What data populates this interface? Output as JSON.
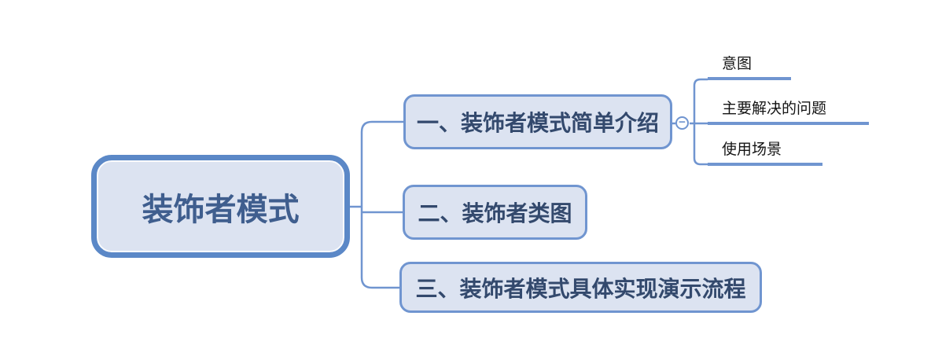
{
  "colors": {
    "background": "#ffffff",
    "root_border": "#5b88c7",
    "branch_border": "#7095d0",
    "connector": "#7095d0",
    "node_fill": "#dce3f1",
    "root_text": "#3f5e8e",
    "branch_text": "#33496d",
    "subtopic_text": "#141414"
  },
  "mindmap": {
    "root": {
      "label": "装饰者模式"
    },
    "branches": [
      {
        "label": "一、装饰者模式简单介绍",
        "collapse_toggle": "−",
        "children": [
          "意图",
          "主要解决的问题",
          "使用场景"
        ]
      },
      {
        "label": "二、装饰者类图",
        "children": []
      },
      {
        "label": "三、装饰者模式具体实现演示流程",
        "children": []
      }
    ]
  }
}
